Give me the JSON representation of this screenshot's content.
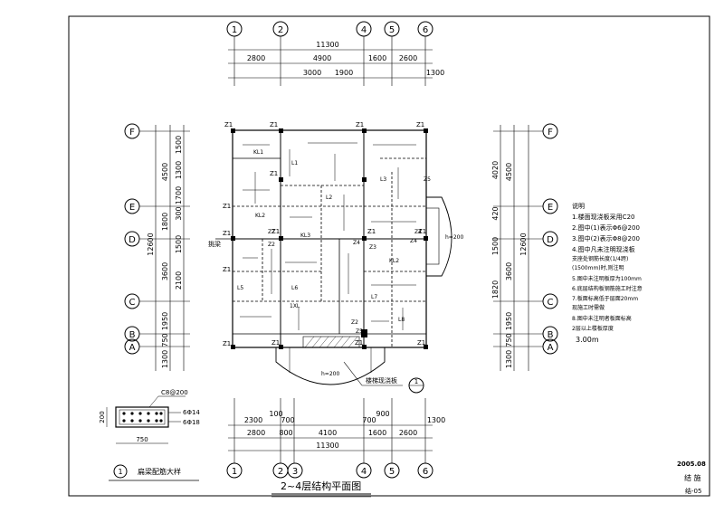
{
  "grid": {
    "top_bubbles": [
      "1",
      "2",
      "4",
      "5",
      "6"
    ],
    "bottom_bubbles": [
      "1",
      "2",
      "3",
      "4",
      "5",
      "6"
    ],
    "side_bubbles": [
      "F",
      "E",
      "D",
      "C",
      "B",
      "A"
    ]
  },
  "dims": {
    "top_total": "11300",
    "top_row1": [
      "2800",
      "4900",
      "1600",
      "2600"
    ],
    "top_row2": [
      "3000",
      "1900",
      "1300"
    ],
    "bottom_row1": [
      "2300",
      "100",
      "700",
      "700",
      "900",
      "1300"
    ],
    "bottom_row2": [
      "2800",
      "800",
      "4100",
      "1600",
      "2600"
    ],
    "bottom_total": "11300",
    "left_total": "12600",
    "left_col": [
      "1500",
      "1300",
      "4500",
      "1700",
      "300",
      "1800",
      "1500",
      "3600",
      "2100",
      "1950",
      "750",
      "1300"
    ],
    "right_total": "12600",
    "right_col": [
      "4020",
      "4500",
      "420",
      "1500",
      "3600",
      "1820",
      "1950",
      "750",
      "1300"
    ]
  },
  "plan_labels": {
    "columns": [
      "Z1",
      "Z1",
      "Z1",
      "Z1",
      "Z1",
      "Z1",
      "Z1",
      "Z1",
      "Z1",
      "Z1",
      "Z1",
      "Z1",
      "Z1",
      "Z1",
      "Z1"
    ],
    "beams": [
      "KL1",
      "KL2",
      "KL3",
      "L1",
      "L2",
      "L3",
      "Z2",
      "Z2",
      "Z2",
      "Z3",
      "Z4",
      "Z4",
      "L5",
      "L6",
      "L7",
      "L8",
      "1XL",
      "Z5"
    ],
    "misc": [
      "挑梁",
      "h=200",
      "h=200",
      "KL2",
      "Z4",
      "Z5"
    ],
    "stair_label": "楼梯现浇板"
  },
  "notes": {
    "heading": "说明",
    "items": [
      "1.楼面现浇板采用C20",
      "2.图中(1)表示Φ6@200",
      "3.图中(2)表示Φ8@200",
      "4.图中凡未注明现浇板",
      "  支座处钢筋长度(1/4跨)",
      "  (1500mm)时,则注明",
      "5.图中未注明板厚为100mm",
      "6.底层结构板钢筋施工时注意",
      "7.板面标高低于层面20mm",
      "  现施工时需做",
      "8.图中未注明者板面标高",
      "  2层以上楼板厚度",
      "  3.00m"
    ]
  },
  "detail": {
    "beam_label": "C8@200",
    "rebar_top": "6Φ14",
    "rebar_bottom": "6Φ18",
    "height": "200",
    "width": "750",
    "caption_number": "1",
    "caption_text": "扁梁配筋大样"
  },
  "callout": {
    "number": "1"
  },
  "title": "2~4层结构平面图",
  "title_block": {
    "date": "2005.08",
    "discipline": "结  施",
    "sheet_no": "结-05"
  }
}
